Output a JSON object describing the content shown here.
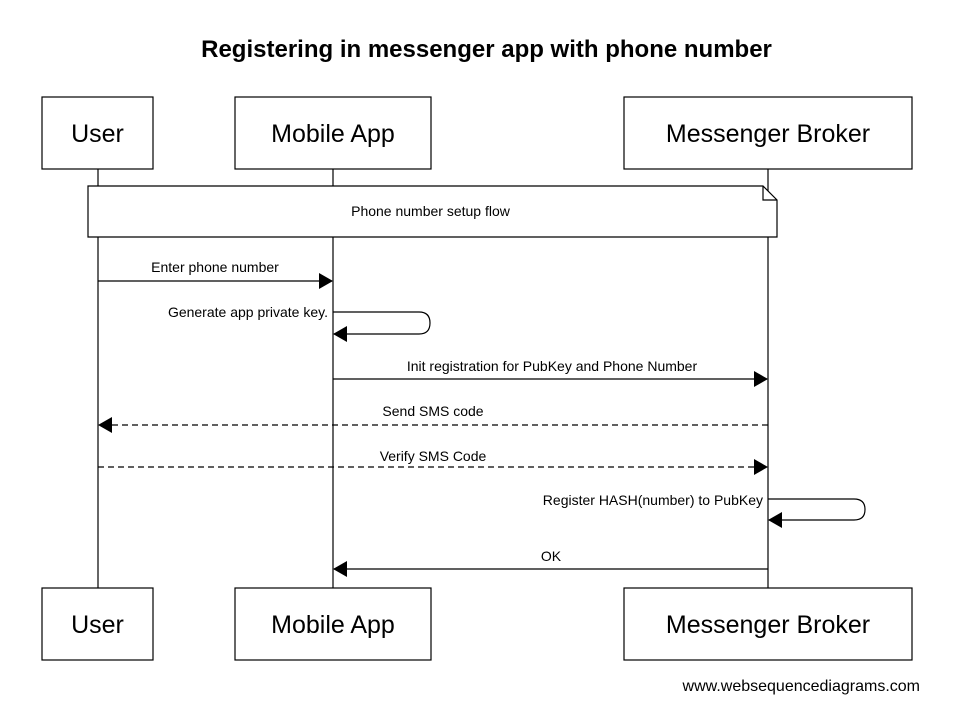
{
  "title": "Registering in messenger app with phone number",
  "participants": [
    {
      "id": "user",
      "label": "User"
    },
    {
      "id": "app",
      "label": "Mobile App"
    },
    {
      "id": "broker",
      "label": "Messenger Broker"
    }
  ],
  "note": {
    "text": "Phone number setup flow",
    "from": "user",
    "to": "broker"
  },
  "messages": [
    {
      "from": "user",
      "to": "app",
      "label": "Enter phone number",
      "style": "solid"
    },
    {
      "from": "app",
      "to": "app",
      "label": "Generate app private key.",
      "style": "solid"
    },
    {
      "from": "app",
      "to": "broker",
      "label": "Init registration for PubKey and Phone Number",
      "style": "solid"
    },
    {
      "from": "broker",
      "to": "user",
      "label": "Send SMS code",
      "style": "dashed"
    },
    {
      "from": "user",
      "to": "broker",
      "label": "Verify SMS Code",
      "style": "dashed"
    },
    {
      "from": "broker",
      "to": "broker",
      "label": "Register HASH(number) to PubKey",
      "style": "solid"
    },
    {
      "from": "broker",
      "to": "app",
      "label": "OK",
      "style": "solid"
    }
  ],
  "watermark": "www.websequencediagrams.com"
}
